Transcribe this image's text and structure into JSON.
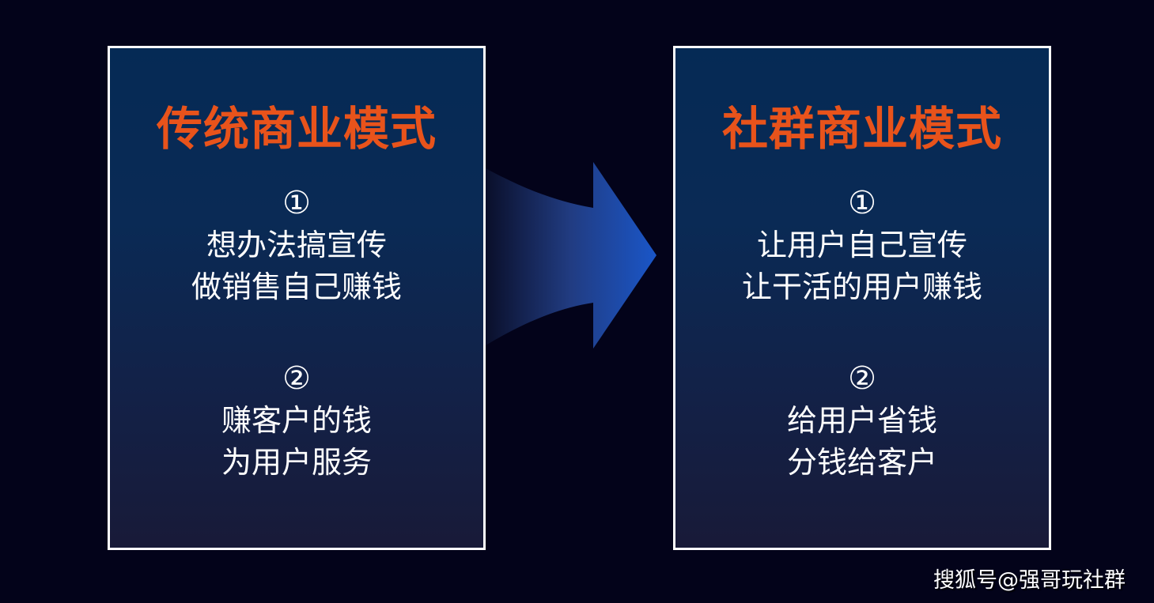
{
  "left_panel": {
    "title": "传统商业模式",
    "points": [
      {
        "num": "①",
        "lines": [
          "想办法搞宣传",
          "做销售自己赚钱"
        ]
      },
      {
        "num": "②",
        "lines": [
          "赚客户的钱",
          "为用户服务"
        ]
      }
    ]
  },
  "right_panel": {
    "title": "社群商业模式",
    "points": [
      {
        "num": "①",
        "lines": [
          "让用户自己宣传",
          "让干活的用户赚钱"
        ]
      },
      {
        "num": "②",
        "lines": [
          "给用户省钱",
          "分钱给客户"
        ]
      }
    ]
  },
  "arrow": {
    "direction": "right",
    "color_start": "#0a0f2a",
    "color_end": "#1a56c8"
  },
  "watermark": "搜狐号@强哥玩社群",
  "colors": {
    "background": "#03031a",
    "title": "#e8531b",
    "text": "#ffffff",
    "border": "#ffffff"
  }
}
